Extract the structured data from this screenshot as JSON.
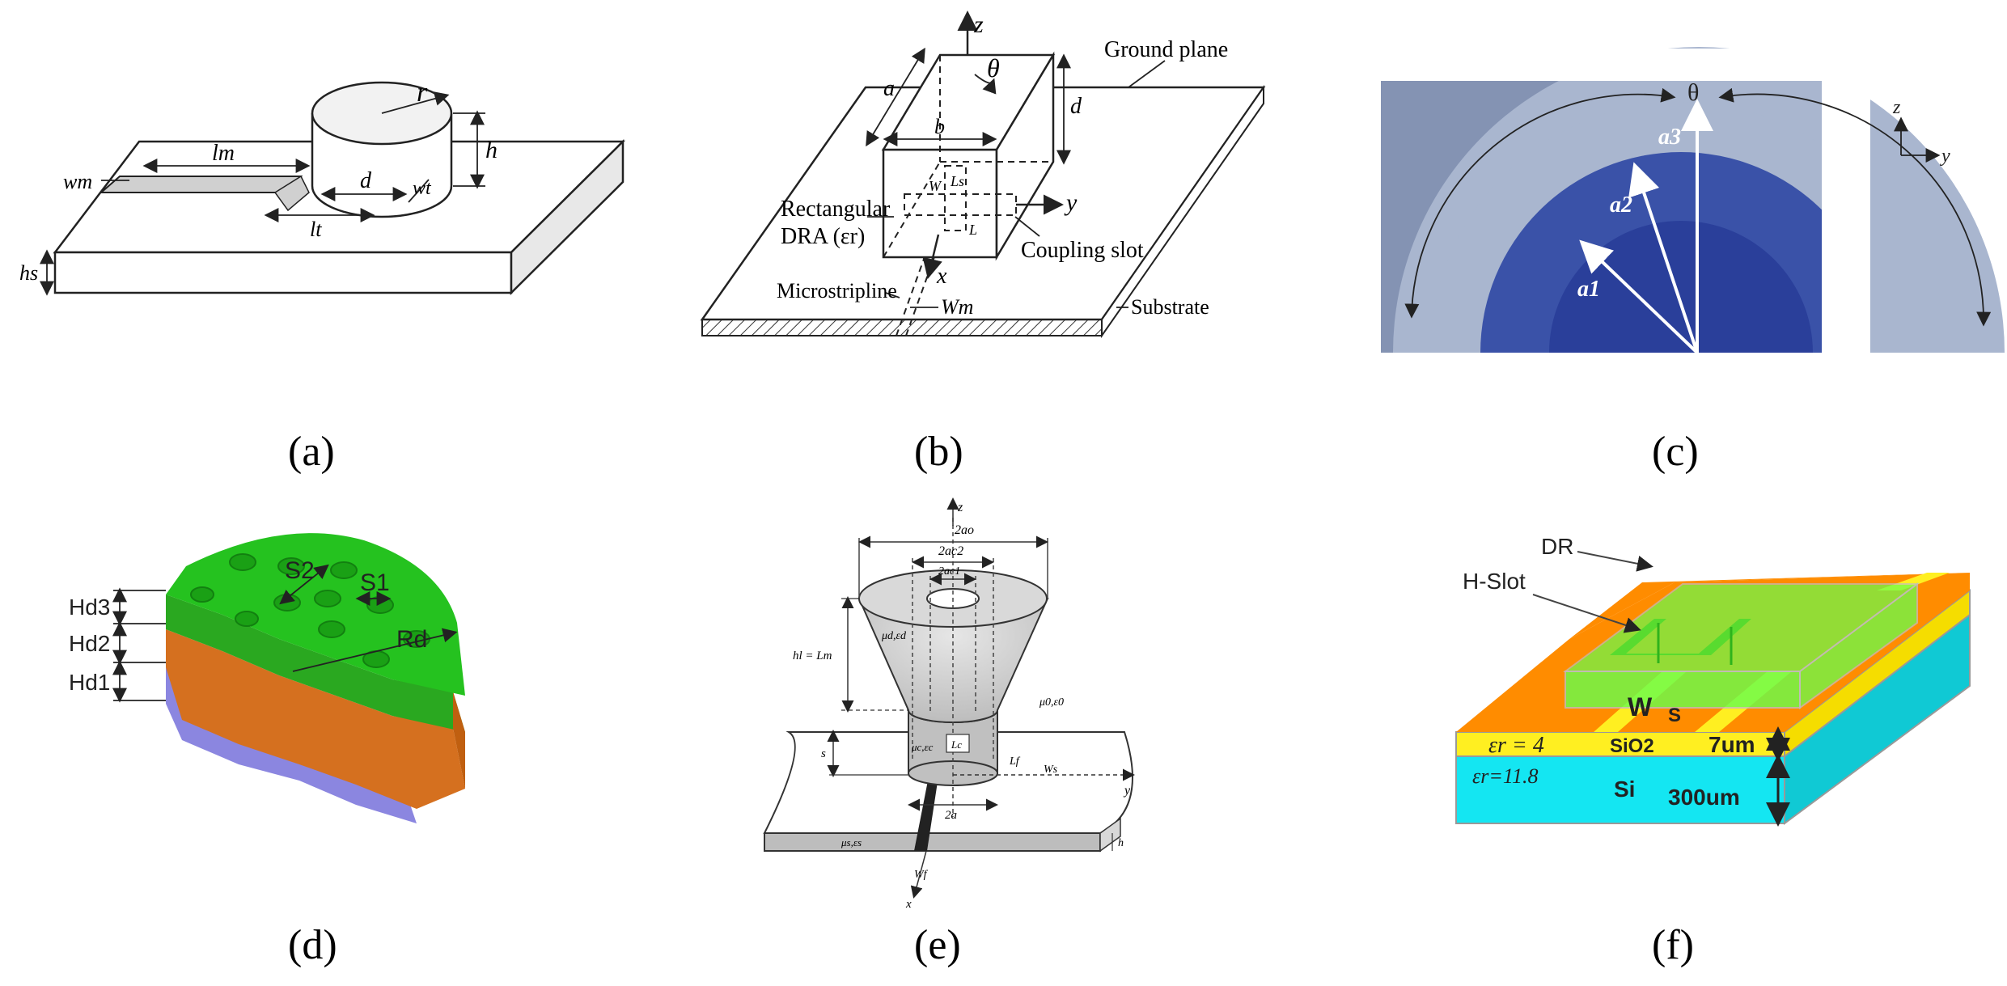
{
  "captions": [
    "(a)",
    "(b)",
    "(c)",
    "(d)",
    "(e)",
    "(f)"
  ],
  "panel_a": {
    "labels": {
      "r": "r",
      "h": "h",
      "lm": "lm",
      "wm": "wm",
      "d": "d",
      "wt": "wt",
      "lt": "lt",
      "hs": "hs"
    }
  },
  "panel_b": {
    "labels": {
      "z": "z",
      "theta": "θ",
      "ground_plane": "Ground plane",
      "a": "a",
      "b": "b",
      "d": "d",
      "ls": "Ls",
      "w": "W",
      "l": "L",
      "y": "y",
      "x": "x",
      "dra_line1": "Rectangular",
      "dra_line2": "DRA (εr)",
      "coupling_slot": "Coupling slot",
      "microstripline": "Microstripline",
      "wm": "Wm",
      "substrate": "Substrate"
    }
  },
  "panel_c": {
    "labels": {
      "theta": "θ",
      "a3": "a3",
      "a2": "a2",
      "a1": "a1",
      "z": "z",
      "y": "y"
    },
    "colors": {
      "background": "#8493b3",
      "outer": "#a9b6cf",
      "middle": "#3a52a8",
      "inner": "#2a3f9a"
    }
  },
  "panel_d": {
    "labels": {
      "hd3": "Hd3",
      "hd2": "Hd2",
      "hd1": "Hd1",
      "s2": "S2",
      "s1": "S1",
      "rd": "Rd"
    },
    "colors": {
      "top": "#25c21f",
      "mid": "#d5701f",
      "bottom": "#8b86e0"
    }
  },
  "panel_e": {
    "labels": {
      "z": "z",
      "two_ao": "2ao",
      "two_ac2": "2ac2",
      "two_ac1": "2ac1",
      "mu_eps_d": "μd,εd",
      "h_l": "hl = Lm",
      "mu_eps_0": "μ0,ε0",
      "s": "s",
      "mu_eps_c": "μc,εc",
      "lc": "Lc",
      "lf": "Lf",
      "ws": "Ws",
      "y": "y",
      "two_a": "2a",
      "mu_eps_s": "μs,εs",
      "h": "h",
      "wf": "Wf",
      "x": "x"
    }
  },
  "panel_f": {
    "labels": {
      "dr": "DR",
      "h_slot": "H-Slot",
      "w": "W",
      "s": "S",
      "eps_top": "εr = 4",
      "sio2": "SiO2",
      "seven_um": "7um",
      "eps_bottom": "εr=11.8",
      "si": "Si",
      "three_hundred_um": "300um"
    },
    "colors": {
      "dr": "#66ff4d",
      "orange": "#ff8c00",
      "yellow": "#ffef21",
      "cyan": "#14e6f2"
    }
  }
}
